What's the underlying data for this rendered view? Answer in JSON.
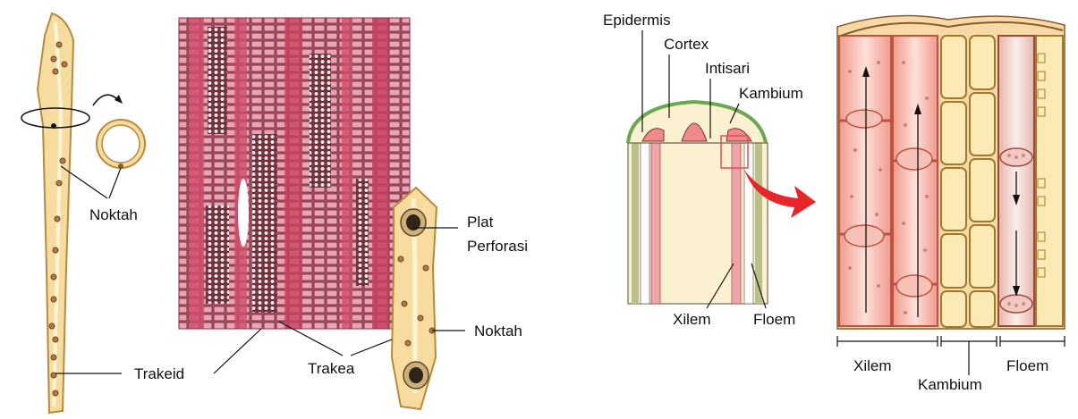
{
  "labels": {
    "noktah_left": "Noktah",
    "trakeid": "Trakeid",
    "trakea": "Trakea",
    "plat_line1": "Plat",
    "plat_line2": "Perforasi",
    "noktah_right": "Noktah",
    "epidermis": "Epidermis",
    "cortex": "Cortex",
    "intisari": "Intisari",
    "kambium_top": "Kambium",
    "xilem_stem": "Xilem",
    "floem_stem": "Floem",
    "xilem_bottom": "Xilem",
    "kambium_bottom": "Kambium",
    "floem_bottom": "Floem"
  },
  "colors": {
    "tracheid_fill": "#f7dca0",
    "tracheid_stroke": "#b88a3a",
    "tissue_base": "#c7536e",
    "xylem_pink": "#f4b3a8",
    "xylem_stroke": "#c0503f",
    "cambium_fill": "#fbe9b6",
    "phloem_fill": "#f1c9c2",
    "arrow_red": "#e8262a",
    "epidermis_green": "#6aa84f"
  },
  "icons": {
    "rotate_arrow": "curved-arrow-icon",
    "magnify_arrow": "red-curved-arrow-icon"
  }
}
